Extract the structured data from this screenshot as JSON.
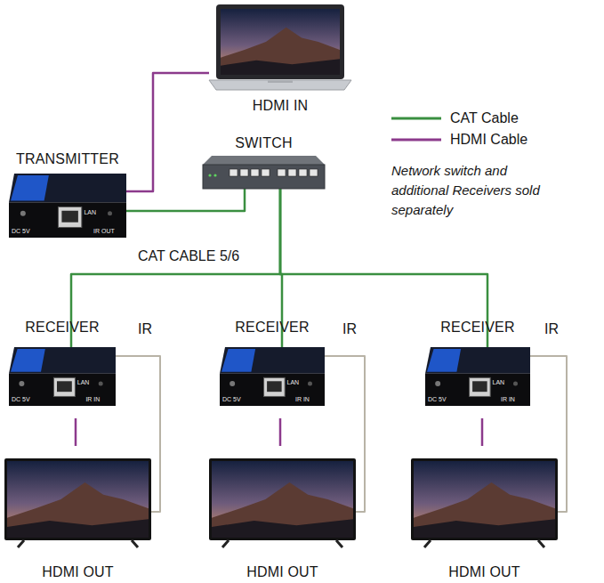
{
  "diagram": {
    "nodes": [
      {
        "text": [
          "HDMI IN"
        ]
      },
      {
        "text": [
          "TRANSMITTER",
          "DC 5V",
          "LAN",
          "IR OUT"
        ]
      },
      {
        "text": [
          "SWITCH"
        ]
      },
      {
        "text": [
          "RECEIVER",
          "DC 5V",
          "LAN",
          "IR IN"
        ]
      },
      {
        "text": [
          "RECEIVER",
          "DC 5V",
          "LAN",
          "IR IN"
        ]
      },
      {
        "text": [
          "RECEIVER",
          "DC 5V",
          "LAN",
          "IR IN"
        ]
      },
      {
        "text": [
          "HDMI OUT"
        ]
      },
      {
        "text": [
          "HDMI OUT"
        ]
      },
      {
        "text": [
          "HDMI OUT"
        ]
      }
    ],
    "edges": [
      {
        "from": 0,
        "to": 1,
        "arrow": "none"
      },
      {
        "from": 1,
        "to": 2,
        "arrow": "none"
      },
      {
        "from": 2,
        "to": 3,
        "arrow": "none"
      },
      {
        "from": 2,
        "to": 4,
        "arrow": "none"
      },
      {
        "from": 2,
        "to": 5,
        "arrow": "none"
      },
      {
        "from": 3,
        "to": 6,
        "arrow": "none"
      },
      {
        "from": 3,
        "to": 6,
        "label": "IR",
        "arrow": "none"
      },
      {
        "from": 4,
        "to": 7,
        "arrow": "none"
      },
      {
        "from": 4,
        "to": 7,
        "label": "IR",
        "arrow": "none"
      },
      {
        "from": 5,
        "to": 8,
        "arrow": "none"
      },
      {
        "from": 5,
        "to": 8,
        "label": "IR",
        "arrow": "none"
      }
    ],
    "labels": [
      "CAT CABLE 5/6",
      "Network switch and additional Receivers sold separately"
    ],
    "legend": [
      {
        "text": "CAT Cable"
      },
      {
        "text": "HDMI Cable"
      }
    ]
  }
}
